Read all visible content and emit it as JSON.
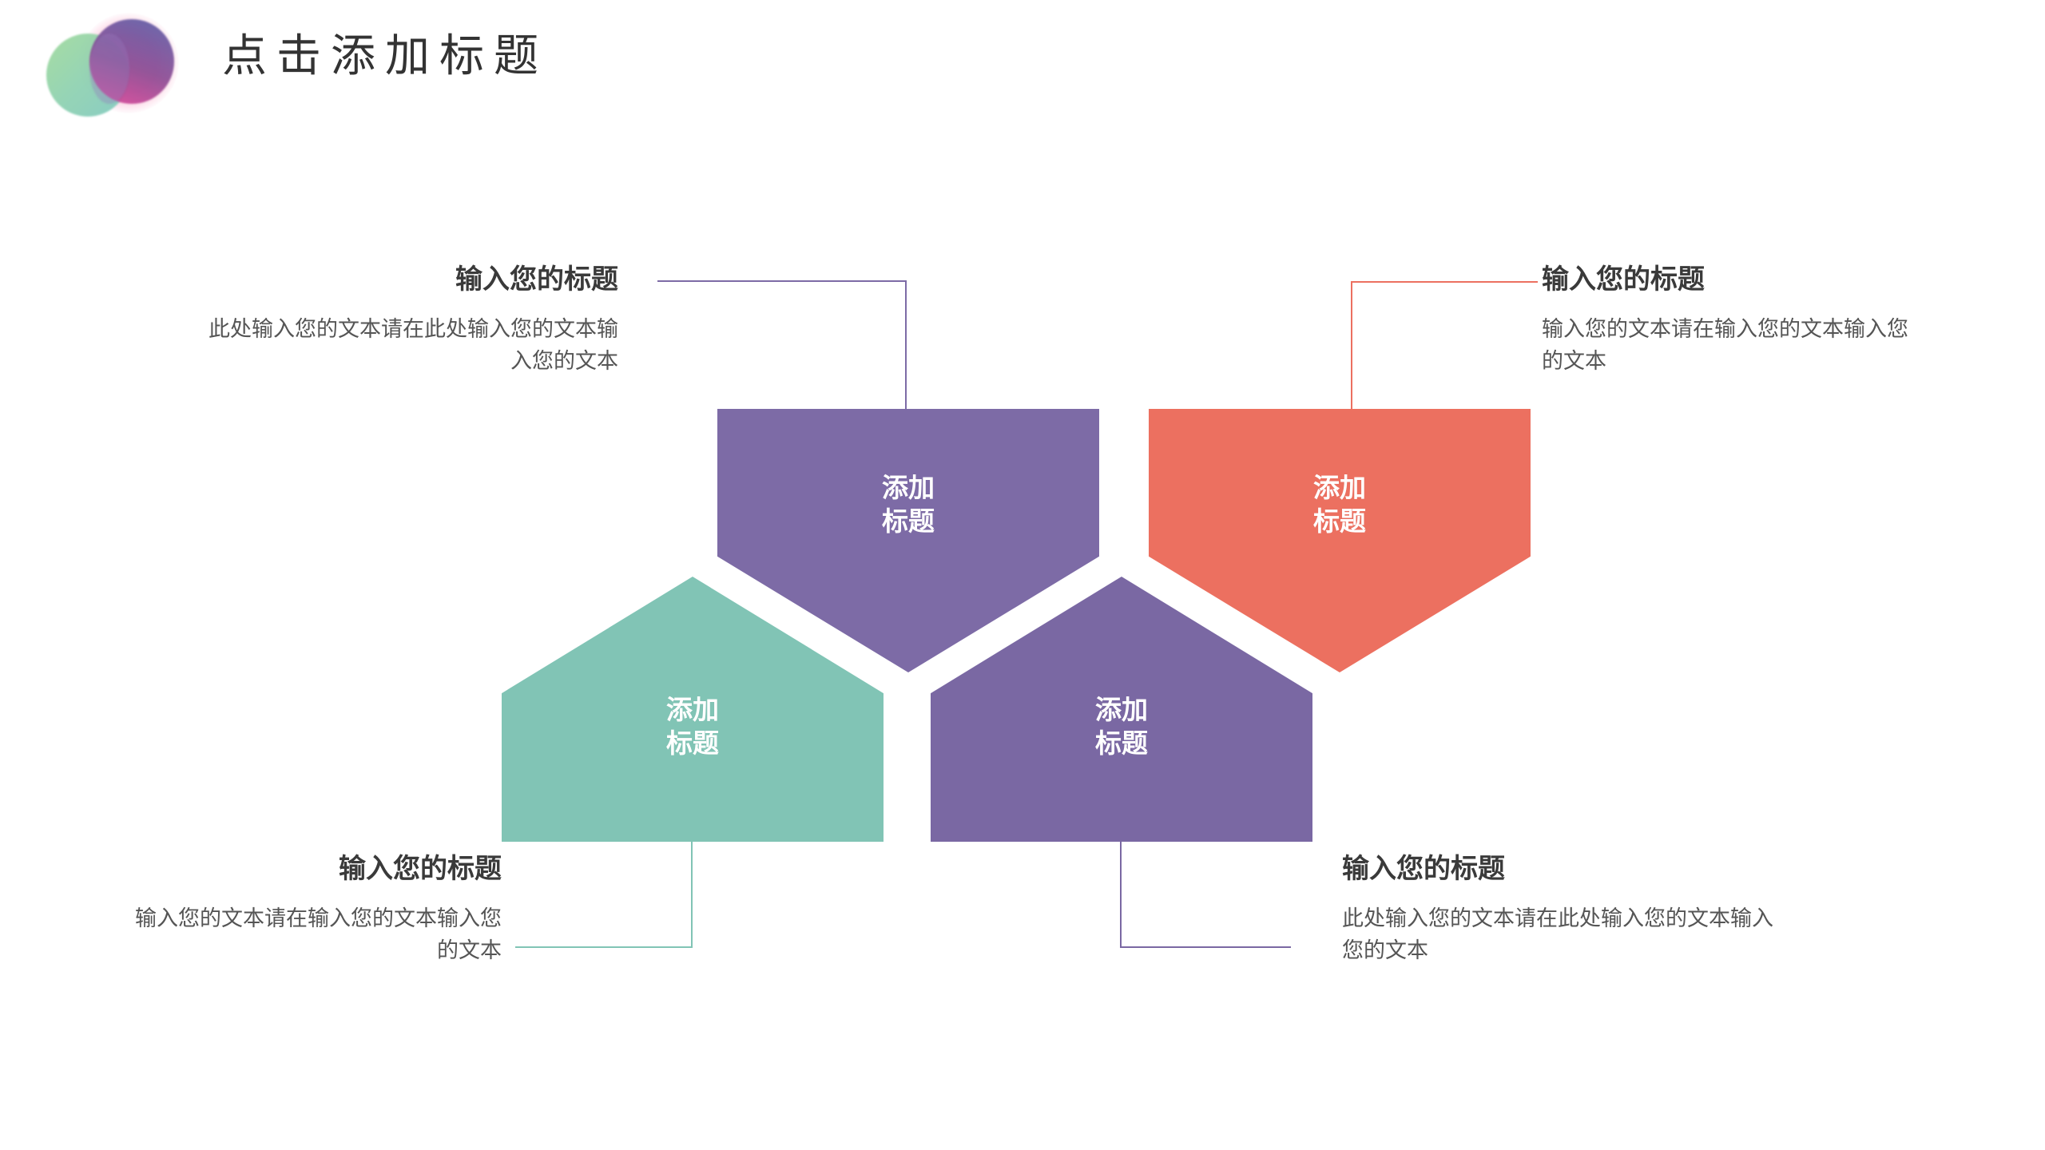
{
  "header": {
    "title": "点击添加标题",
    "logo_icon": "overlapping-circles-logo"
  },
  "theme": {
    "purple": "#7d6ba6",
    "purple_dark": "#7a68a3",
    "coral": "#ec7060",
    "teal": "#81c4b5",
    "title_color": "#333333",
    "body_color": "#555555",
    "background": "#ffffff"
  },
  "shapes": [
    {
      "id": "top-left",
      "label": "添加\n标题",
      "color": "#7d6ba6",
      "direction": "down"
    },
    {
      "id": "top-right",
      "label": "添加\n标题",
      "color": "#ec7060",
      "direction": "down"
    },
    {
      "id": "bottom-left",
      "label": "添加\n标题",
      "color": "#81c4b5",
      "direction": "up"
    },
    {
      "id": "bottom-right",
      "label": "添加\n标题",
      "color": "#7a68a3",
      "direction": "up"
    }
  ],
  "callouts": [
    {
      "id": "top-left",
      "title": "输入您的标题",
      "body": "此处输入您的文本请在此处输入您的文本输入您的文本",
      "align": "right",
      "connector_color": "#7d6ba6"
    },
    {
      "id": "top-right",
      "title": "输入您的标题",
      "body": "输入您的文本请在输入您的文本输入您的文本",
      "align": "left",
      "connector_color": "#ec7060"
    },
    {
      "id": "bottom-left",
      "title": "输入您的标题",
      "body": "输入您的文本请在输入您的文本输入您的文本",
      "align": "right",
      "connector_color": "#81c4b5"
    },
    {
      "id": "bottom-right",
      "title": "输入您的标题",
      "body": "此处输入您的文本请在此处输入您的文本输入您的文本",
      "align": "left",
      "connector_color": "#7a68a3"
    }
  ]
}
